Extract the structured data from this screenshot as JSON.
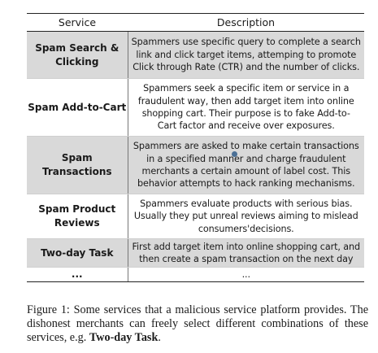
{
  "table": {
    "headers": {
      "service": "Service",
      "description": "Description"
    },
    "rows": [
      {
        "service": "Spam Search & Clicking",
        "service_lines": [
          "Spam Search &",
          "Clicking"
        ],
        "lines": [
          "Spammers use specific query to complete a search",
          "link and click target items, attemping to promote",
          "Click through Rate (CTR) and the number of clicks."
        ],
        "shaded": true
      },
      {
        "service": "Spam Add-to-Cart",
        "service_lines": [
          "Spam Add-to-Cart"
        ],
        "lines": [
          "Spammers seek a specific item or service in a",
          "fraudulent way, then add target item into online",
          "shopping cart. Their purpose is to fake Add-to-",
          "Cart factor and receive over exposures."
        ],
        "shaded": false
      },
      {
        "service": "Spam Transactions",
        "service_lines": [
          "Spam Transactions"
        ],
        "lines": [
          "Spammers are asked to make certain transactions",
          "in a specified manner and charge fraudulent",
          "merchants a certain amount of label cost. This",
          "behavior attempts to hack ranking mechanisms."
        ],
        "shaded": true
      },
      {
        "service": "Spam Product Reviews",
        "service_lines": [
          "Spam Product",
          "Reviews"
        ],
        "lines": [
          "Spammers evaluate products with serious bias.",
          "Usually they put unreal reviews aiming to mislead",
          "consumers'decisions."
        ],
        "shaded": false
      },
      {
        "service": "Two-day Task",
        "service_lines": [
          "Two-day Task"
        ],
        "lines": [
          "First add target item into online shopping cart, and",
          "then create a spam transaction on the next day"
        ],
        "shaded": true
      },
      {
        "service": "...",
        "service_lines": [
          "..."
        ],
        "lines": [
          "..."
        ],
        "shaded": false
      }
    ]
  },
  "caption": {
    "prefix": "Figure 1: Some services that a malicious service platform provides. The dishonest merchants can freely select different combinations of these services, e.g. ",
    "emphasis": "Two-day Task",
    "suffix": "."
  }
}
